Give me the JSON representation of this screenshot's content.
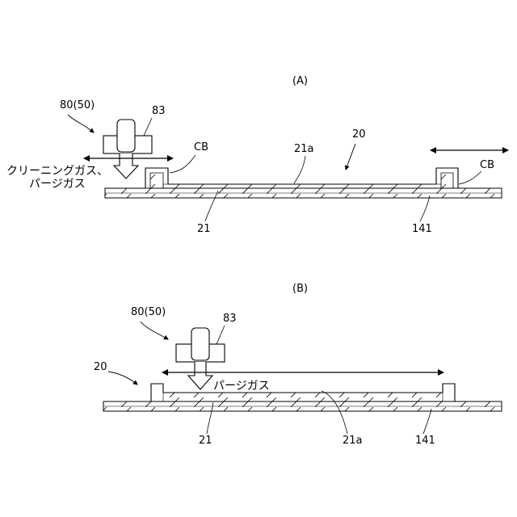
{
  "panel_a": {
    "panel_label": "(A)",
    "nozzle_label": "80(50)",
    "head_label": "83",
    "gas_label_line1": "クリーニングガス、",
    "gas_label_line2": "パージガス",
    "cb_left": "CB",
    "cb_right": "CB",
    "surface_label": "21a",
    "assembly_label": "20",
    "substrate_label": "21",
    "stage_label": "141"
  },
  "panel_b": {
    "panel_label": "(B)",
    "nozzle_label": "80(50)",
    "head_label": "83",
    "assembly_label": "20",
    "gas_label": "パージガス",
    "substrate_label": "21",
    "surface_label": "21a",
    "stage_label": "141"
  }
}
